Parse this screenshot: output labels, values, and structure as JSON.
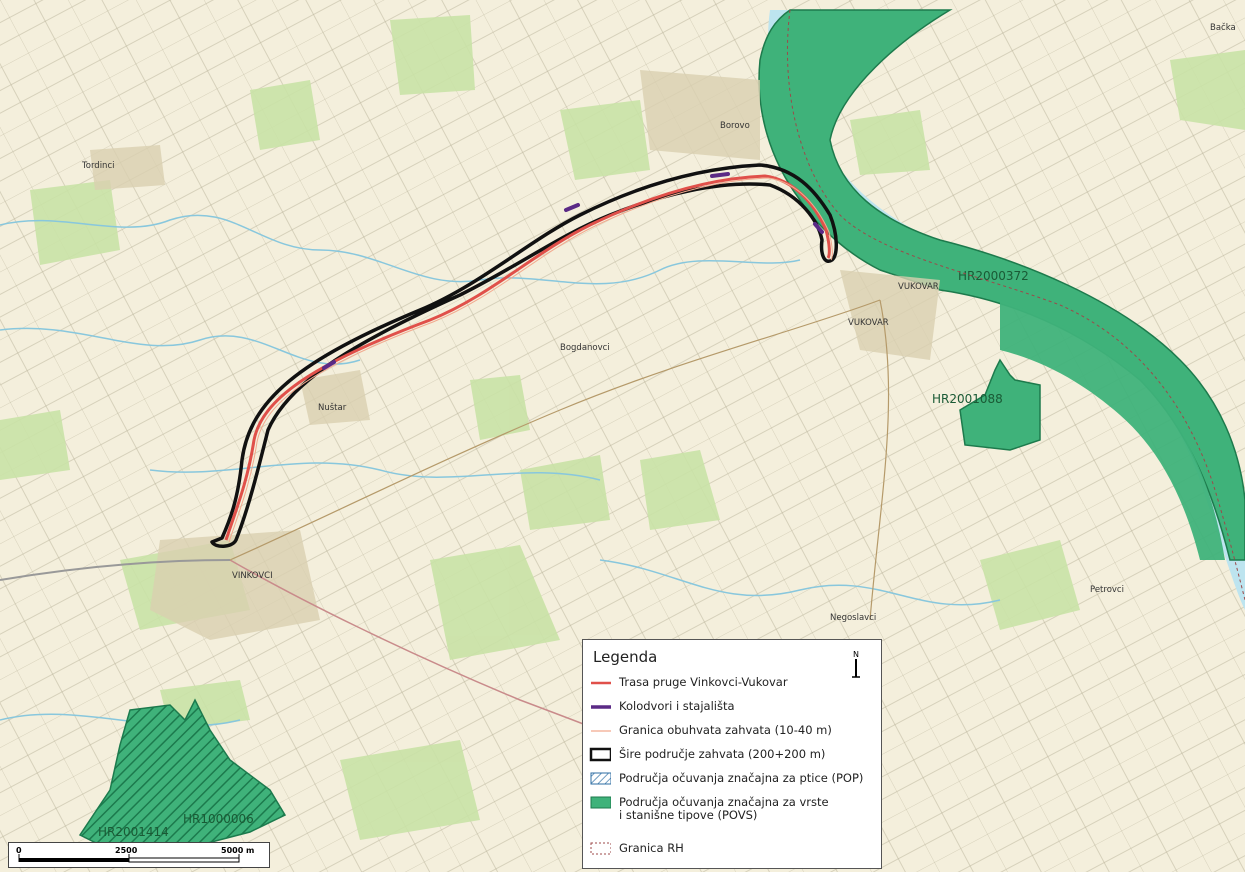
{
  "places": {
    "vinkovci": "VINKOVCI",
    "vukovar": "VUKOVAR",
    "vukovar2": "VUKOVAR",
    "borovo": "Borovo",
    "nustar": "Nuštar",
    "tordinci": "Tordinci",
    "bogdanovci": "Bogdanovci",
    "negoslavci": "Negoslavci",
    "petrovci": "Petrovci",
    "backa": "Bačka"
  },
  "sites": {
    "hr2000372": "HR2000372",
    "hr2001088": "HR2001088",
    "hr2001414": "HR2001414",
    "hr1000006": "HR1000006"
  },
  "legend": {
    "title": "Legenda",
    "items": [
      {
        "label": "Trasa pruge Vinkovci-Vukovar"
      },
      {
        "label": "Kolodvori i stajališta"
      },
      {
        "label": "Granica obuhvata zahvata (10-40 m)"
      },
      {
        "label": "Šire područje zahvata (200+200 m)"
      },
      {
        "label": "Područja očuvanja značajna za ptice (POP)"
      },
      {
        "label": "Područja očuvanja značajna za vrste",
        "label2": "i stanišne tipove (POVS)"
      },
      {
        "label": "Granica RH"
      }
    ]
  },
  "scalebar": {
    "ticks": [
      "0",
      "2500",
      "5000 m"
    ]
  },
  "colors": {
    "map_background": "#f4efdc",
    "povs_green": "#3fb27a",
    "river_blue": "#bde4ef",
    "route_red": "#e0504a",
    "station_purple": "#5b2a86",
    "corridor_black": "#111111",
    "forest_green": "#c9e2a6"
  }
}
